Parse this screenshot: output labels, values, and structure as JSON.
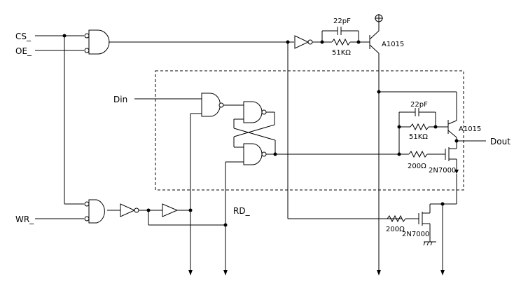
{
  "pins": {
    "cs": "CS_",
    "oe": "OE_",
    "wr": "WR_",
    "din": "Din",
    "rd": "RD_",
    "dout": "Dout"
  },
  "components": {
    "cap_top": "22pF",
    "res_top": "51KΩ",
    "trans_top": "A1015",
    "cap_mid": "22pF",
    "res_mid": "51KΩ",
    "trans_mid": "A1015",
    "res_200_mid": "200Ω",
    "fet_mid": "2N7000",
    "res_200_bot": "200Ω",
    "fet_bot": "2N7000"
  }
}
